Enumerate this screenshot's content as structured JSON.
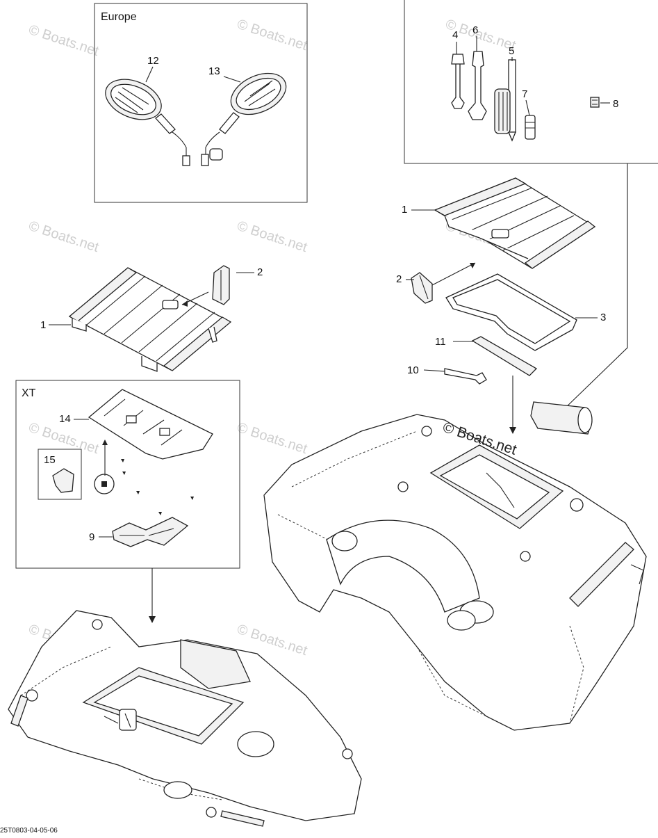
{
  "boxes": {
    "europe": "Europe",
    "xt": "XT"
  },
  "labels": {
    "p1a": "1",
    "p2a": "2",
    "p1b": "1",
    "p2b": "2",
    "p3": "3",
    "p4": "4",
    "p5": "5",
    "p6": "6",
    "p7": "7",
    "p8": "8",
    "p9": "9",
    "p10": "10",
    "p11": "11",
    "p12": "12",
    "p13": "13",
    "p14": "14",
    "p15": "15"
  },
  "watermark": "© Boats.net",
  "watermark_center": "© Boats.net",
  "diagram_code": "25T0803-04-05-06"
}
